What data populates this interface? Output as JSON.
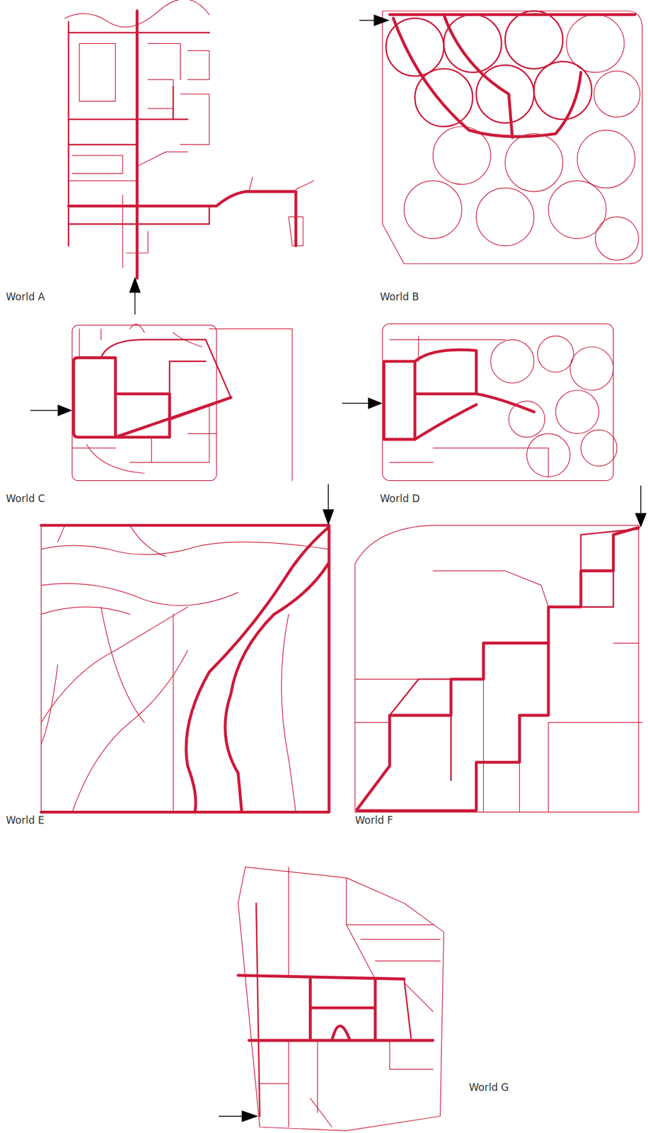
{
  "diagram": {
    "labels": [
      "World A",
      "World B",
      "World C",
      "World D",
      "World E",
      "World F",
      "World G"
    ]
  }
}
